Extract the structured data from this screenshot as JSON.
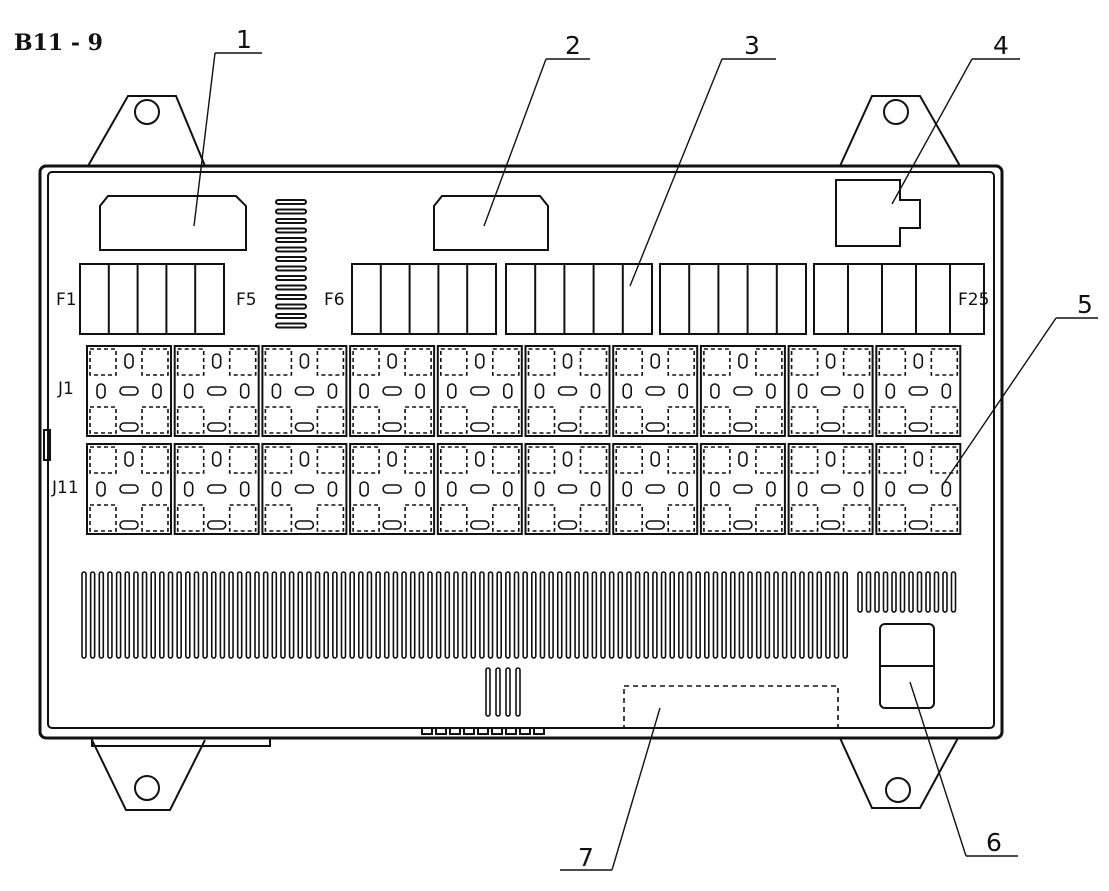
{
  "figure_label": "B11 - 9",
  "callouts": [
    "1",
    "2",
    "3",
    "4",
    "5",
    "6",
    "7"
  ],
  "fuse_labels": {
    "first_start": "F1",
    "first_end": "F5",
    "second_start": "F6",
    "last_end": "F25"
  },
  "relay_row_labels": [
    "J1",
    "J11"
  ],
  "colors": {
    "ink": "#111111",
    "paper": "#ffffff"
  }
}
